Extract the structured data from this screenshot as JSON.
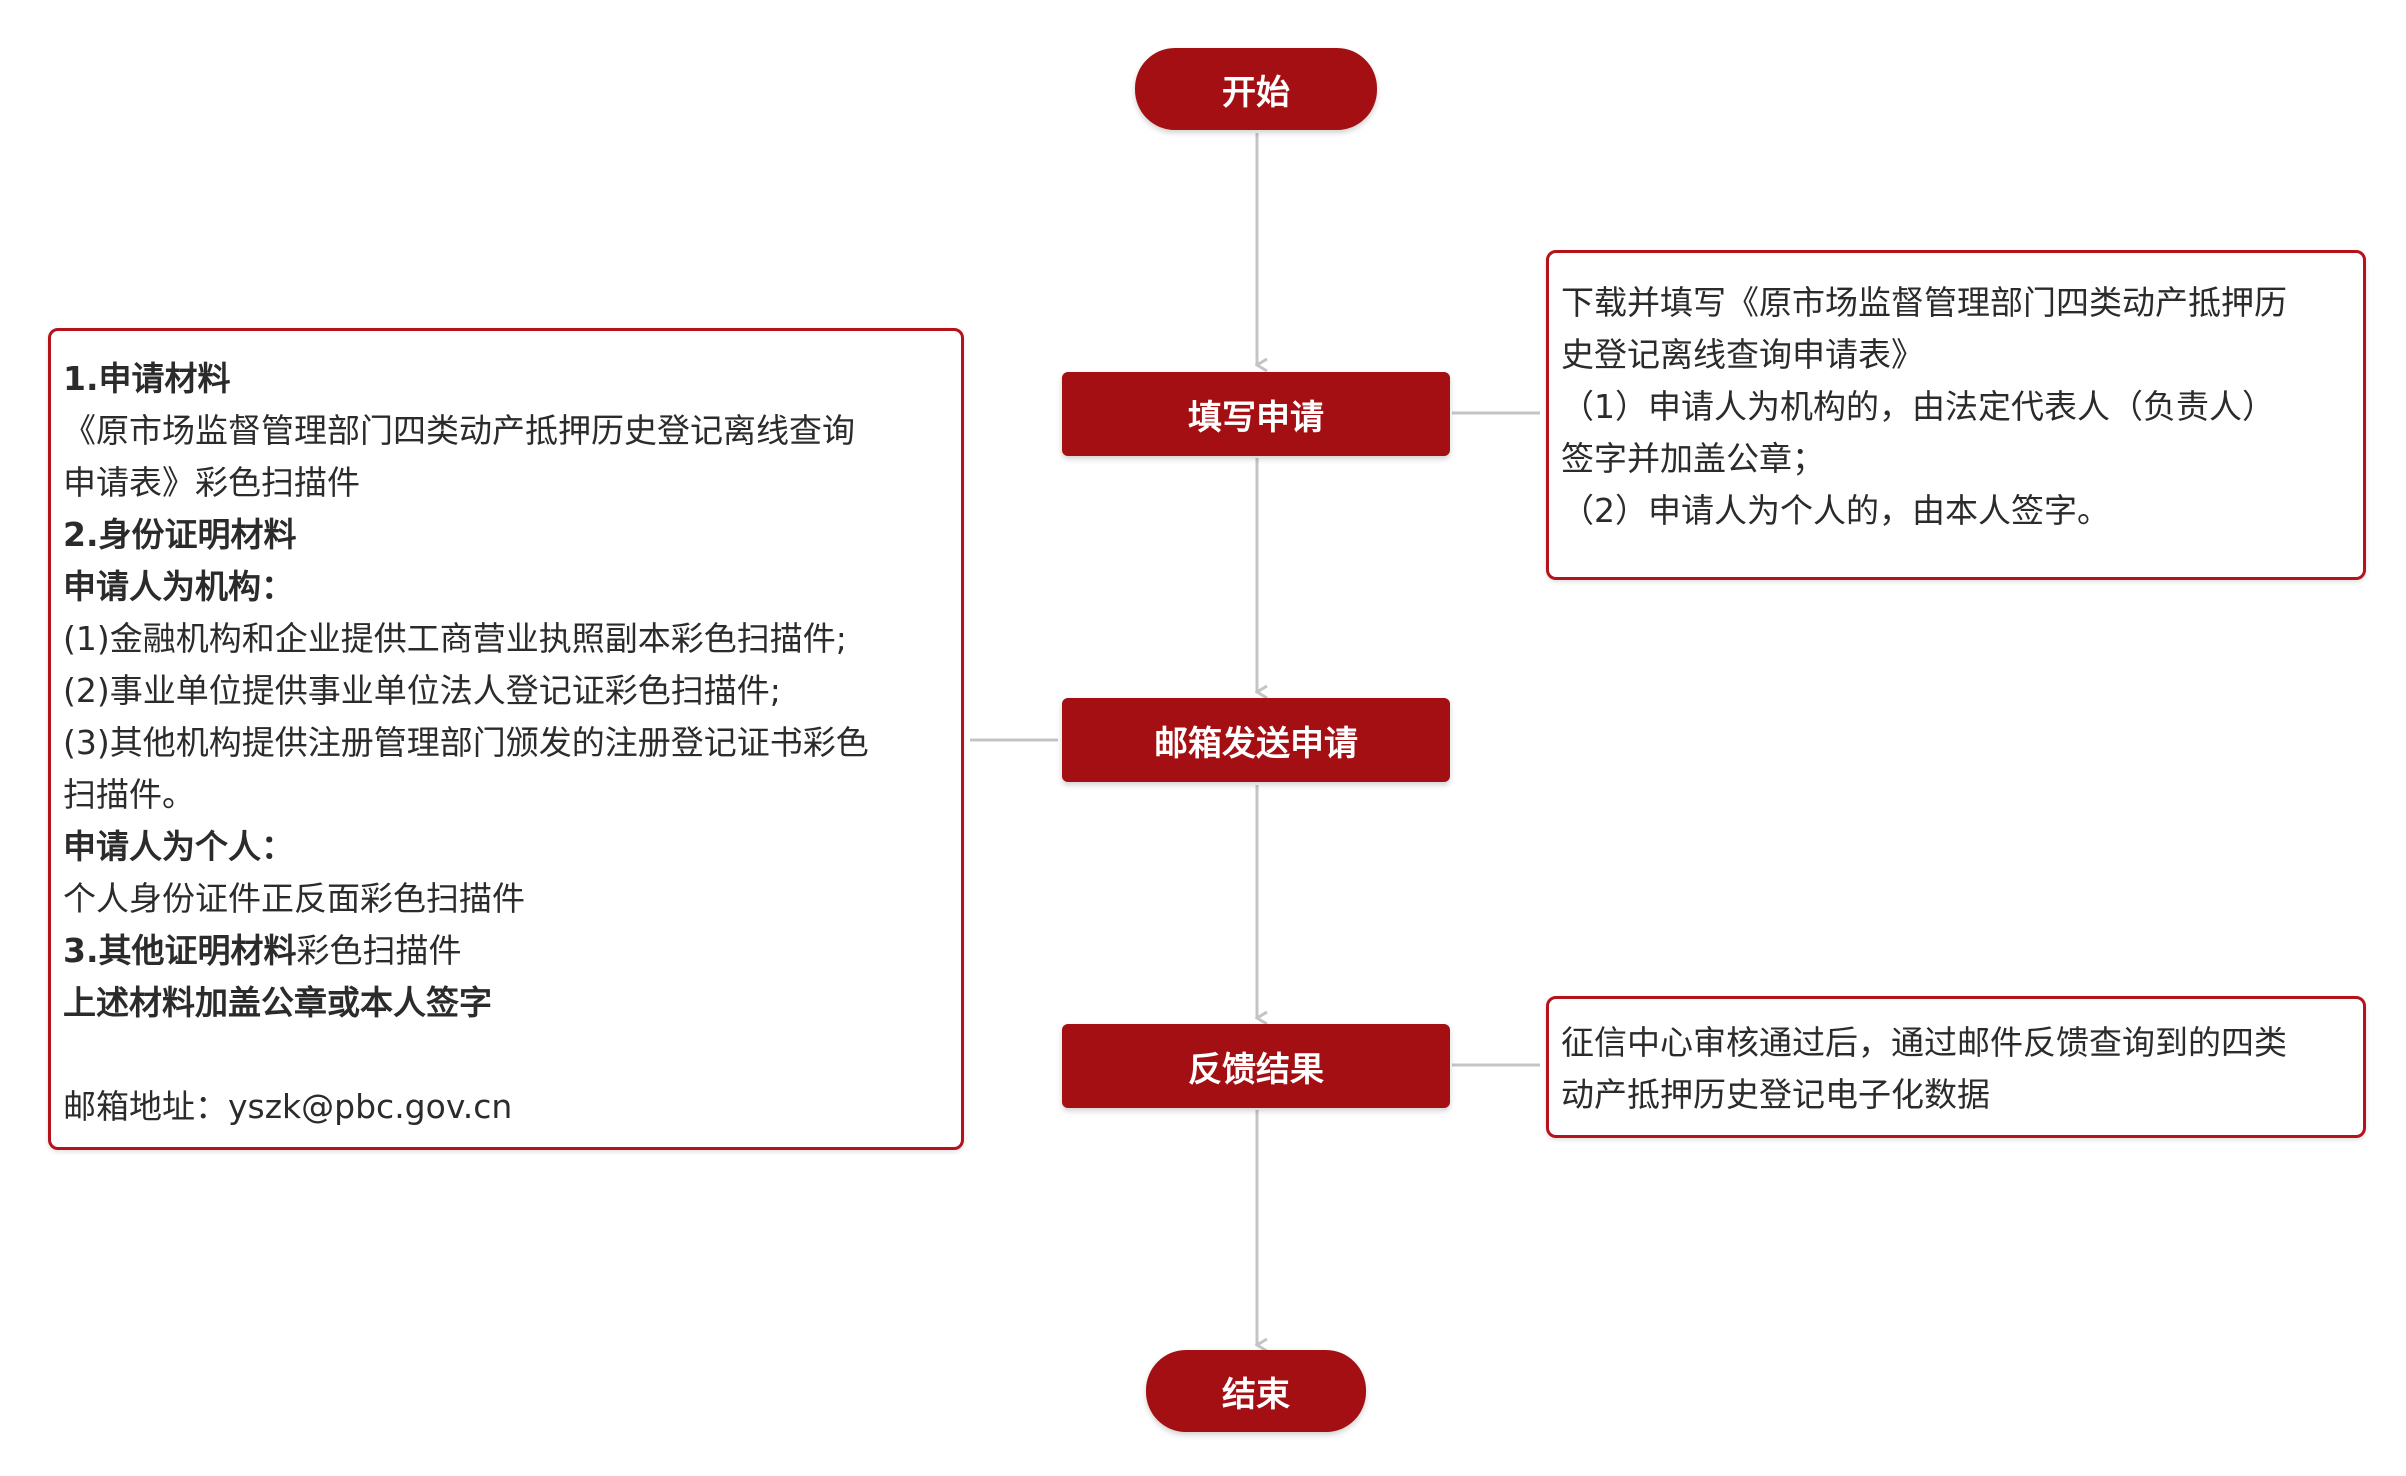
{
  "nodes": {
    "start": "开始",
    "fill": "填写申请",
    "send": "邮箱发送申请",
    "feedback": "反馈结果",
    "end": "结束"
  },
  "left_note": {
    "h1": "1.申请材料",
    "l1": "《原市场监督管理部门四类动产抵押历史登记离线查询",
    "l2": "申请表》彩色扫描件",
    "h2": "2.身份证明材料",
    "h3": "申请人为机构：",
    "l3": "(1)金融机构和企业提供工商营业执照副本彩色扫描件;",
    "l4": "(2)事业单位提供事业单位法人登记证彩色扫描件;",
    "l5": "(3)其他机构提供注册管理部门颁发的注册登记证书彩色",
    "l6": "扫描件。",
    "h4": "申请人为个人：",
    "l7": "个人身份证件正反面彩色扫描件",
    "h5": "3.其他证明材料",
    "l8": "彩色扫描件",
    "h6": "上述材料加盖公章或本人签字",
    "email": "邮箱地址：yszk@pbc.gov.cn"
  },
  "right_note_1": {
    "l1": "下载并填写《原市场监督管理部门四类动产抵押历",
    "l2": "史登记离线查询申请表》",
    "l3": "（1）申请人为机构的，由法定代表人（负责人）",
    "l4": "签字并加盖公章；",
    "l5": "（2）申请人为个人的，由本人签字。"
  },
  "right_note_2": {
    "l1": "征信中心审核通过后，通过邮件反馈查询到的四类",
    "l2": "动产抵押历史登记电子化数据"
  },
  "colors": {
    "accent": "#a30f12",
    "border": "#b5121b",
    "connector": "#c4c4c4"
  }
}
